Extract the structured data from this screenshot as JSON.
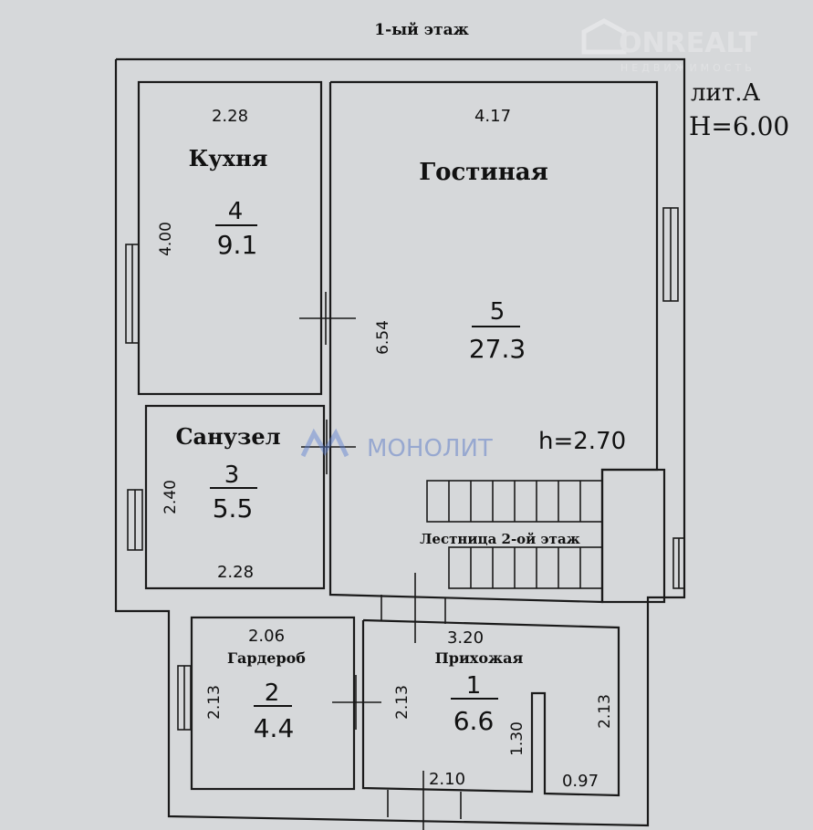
{
  "title": "1-ый этаж",
  "building": {
    "lit": "лит.А",
    "height": "H=6.00"
  },
  "watermarks": {
    "onrealt": "ONREALT",
    "onrealt_sub": "НЕДВИЖИМОСТЬ",
    "monolit": "МОНОЛИТ"
  },
  "rooms": {
    "kitchen": {
      "name": "Кухня",
      "number": "4",
      "area": "9.1",
      "width": "2.28",
      "length": "4.00"
    },
    "living": {
      "name": "Гостиная",
      "number": "5",
      "area": "27.3",
      "width": "4.17",
      "length": "6.54",
      "ceiling": "h=2.70"
    },
    "bathroom": {
      "name": "Санузел",
      "number": "3",
      "area": "5.5",
      "width": "2.28",
      "length": "2.40"
    },
    "stairs": {
      "name": "Лестница 2-ой этаж"
    },
    "wardrobe": {
      "name": "Гардероб",
      "number": "2",
      "area": "4.4",
      "width": "2.06",
      "length": "2.13"
    },
    "hall": {
      "name": "Прихожая",
      "number": "1",
      "area": "6.6",
      "width": "3.20",
      "length": "2.13",
      "bottom": "2.10",
      "partition": "1.30",
      "closet_width": "0.97",
      "closet_length": "2.13"
    }
  }
}
